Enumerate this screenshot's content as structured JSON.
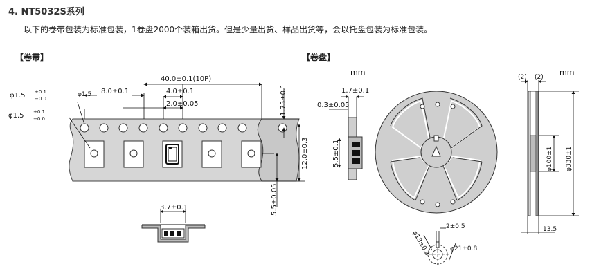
{
  "heading": "4. NT5032S系列",
  "description": "以下的卷带包装为标准包装，1卷盘2000个装箱出货。但是少量出货、样品出货等，会以托盘包装为标准包装。",
  "sections": {
    "tape_label": "【卷带】",
    "reel_label": "【卷盘】"
  },
  "units": {
    "mm_left": "mm",
    "mm_right": "mm"
  },
  "tape_dims": {
    "hole_dia_1": "φ1.5",
    "hole_dia_2": "φ1.5",
    "tol_plus": "+0.1",
    "tol_minus": "−0.0",
    "pocket_pitch": "8.0±0.1",
    "pitch_10p": "40.0±0.1(10P)",
    "hole_pitch": "4.0±0.1",
    "hole_to_pocket": "2.0±0.05",
    "edge_to_hole": "1.75±0.1",
    "tape_width": "12.0±0.3",
    "center_offset": "5.5±0.05",
    "pocket_depth": "3.7±0.1"
  },
  "reel_side_dims": {
    "thickness": "1.7±0.1",
    "cover": "0.3±0.05",
    "pocket": "5.5±0.1"
  },
  "hub_dims": {
    "slot_width": "2±0.5",
    "hub_dia": "φ13±0.2",
    "outer_hub_dia": "φ21±0.8"
  },
  "reel_profile_dims": {
    "flange_left": "(2)",
    "flange_right": "(2)",
    "hub_core": "φ100±1",
    "reel_dia": "φ330±1",
    "width": "13.5"
  }
}
